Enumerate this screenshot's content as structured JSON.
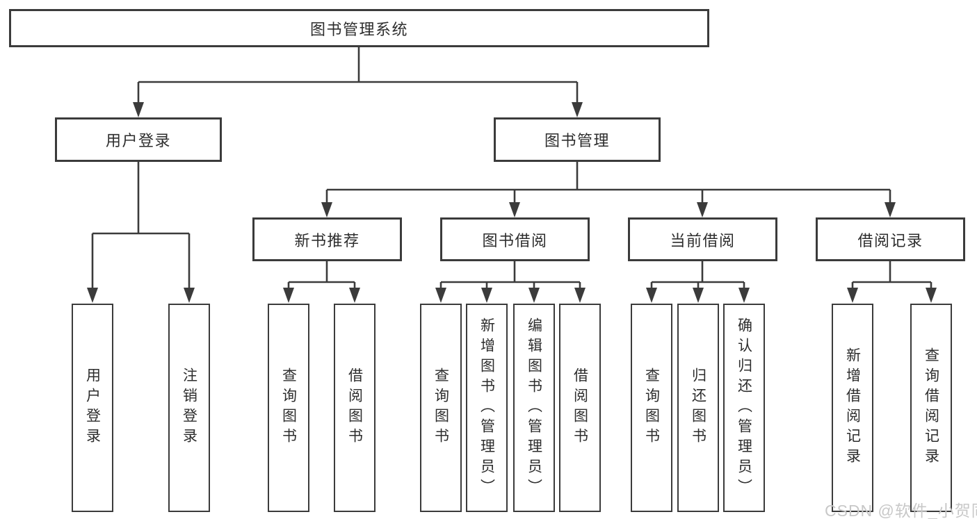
{
  "colors": {
    "line": "#3b3b3b",
    "text": "#2d2d2d",
    "background": "#ffffff",
    "watermark": "#c8c8c8"
  },
  "diagram": {
    "root": {
      "label": "图书管理系统"
    },
    "level2": [
      {
        "label": "用户登录"
      },
      {
        "label": "图书管理"
      }
    ],
    "level3": [
      {
        "label": "新书推荐"
      },
      {
        "label": "图书借阅"
      },
      {
        "label": "当前借阅"
      },
      {
        "label": "借阅记录"
      }
    ],
    "leaves": {
      "login": [
        {
          "label": "用户登录"
        },
        {
          "label": "注销登录"
        }
      ],
      "recommend": [
        {
          "label": "查询图书"
        },
        {
          "label": "借阅图书"
        }
      ],
      "borrow": [
        {
          "label": "查询图书"
        },
        {
          "label": "新增图书（管理员）"
        },
        {
          "label": "编辑图书（管理员）"
        },
        {
          "label": "借阅图书"
        }
      ],
      "current": [
        {
          "label": "查询图书"
        },
        {
          "label": "归还图书"
        },
        {
          "label": "确认归还（管理员）"
        }
      ],
      "records": [
        {
          "label": "新增借阅记录"
        },
        {
          "label": "查询借阅记录"
        }
      ]
    }
  },
  "watermark": {
    "text": "CSDN @软件_小贺同学"
  }
}
